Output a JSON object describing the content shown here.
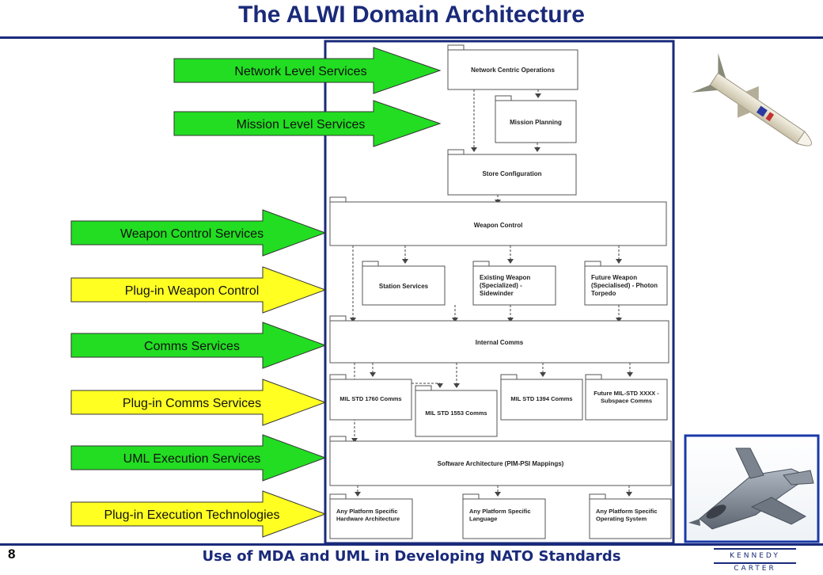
{
  "title": "The ALWI Domain Architecture",
  "footer": "Use of MDA and UML in Developing NATO Standards",
  "page_number": "8",
  "logo_text": "KENNEDY CARTER",
  "colors": {
    "title": "#1a2a7a",
    "green_arrow": "#22dd22",
    "yellow_arrow": "#ffff22",
    "red_bar": "#ee1133",
    "green_bar": "#117711",
    "blue_bar": "#1111aa"
  },
  "arrows": [
    {
      "label": "Network Level Services",
      "color": "green"
    },
    {
      "label": "Mission Level Services",
      "color": "green"
    },
    {
      "label": "Weapon Control Services",
      "color": "green"
    },
    {
      "label": "Plug-in Weapon Control",
      "color": "yellow"
    },
    {
      "label": "Comms Services",
      "color": "green"
    },
    {
      "label": "Plug-in Comms Services",
      "color": "yellow"
    },
    {
      "label": "UML Execution Services",
      "color": "green"
    },
    {
      "label": "Plug-in Execution Technologies",
      "color": "yellow"
    }
  ],
  "packages": {
    "network_centric": [
      "Network Centric Operations"
    ],
    "mission_planning": [
      "Mission Planning"
    ],
    "store_config": [
      "Store Configuration"
    ],
    "weapon_control": [
      "Weapon Control"
    ],
    "station_services": [
      "Station Services"
    ],
    "existing_weapon": [
      "Existing Weapon",
      "(Specialized) -",
      "Sidewinder"
    ],
    "future_weapon": [
      "Future Weapon",
      "(Specialised) - Photon",
      "Torpedo"
    ],
    "internal_comms": [
      "Internal Comms"
    ],
    "mil1760": [
      "MIL STD 1760 Comms"
    ],
    "mil1553": [
      "MIL STD 1553 Comms"
    ],
    "mil1394": [
      "MIL STD 1394 Comms"
    ],
    "future_mil": [
      "Future MIL-STD XXXX -",
      "Subspace Comms"
    ],
    "software_arch": [
      "Software Architecture (PIM-PSI Mappings)"
    ],
    "hw_arch": [
      "Any Platform Specific",
      "Hardware Architecture"
    ],
    "language": [
      "Any Platform Specific",
      "Language"
    ],
    "os": [
      "Any Platform Specific",
      "Operating System"
    ]
  }
}
